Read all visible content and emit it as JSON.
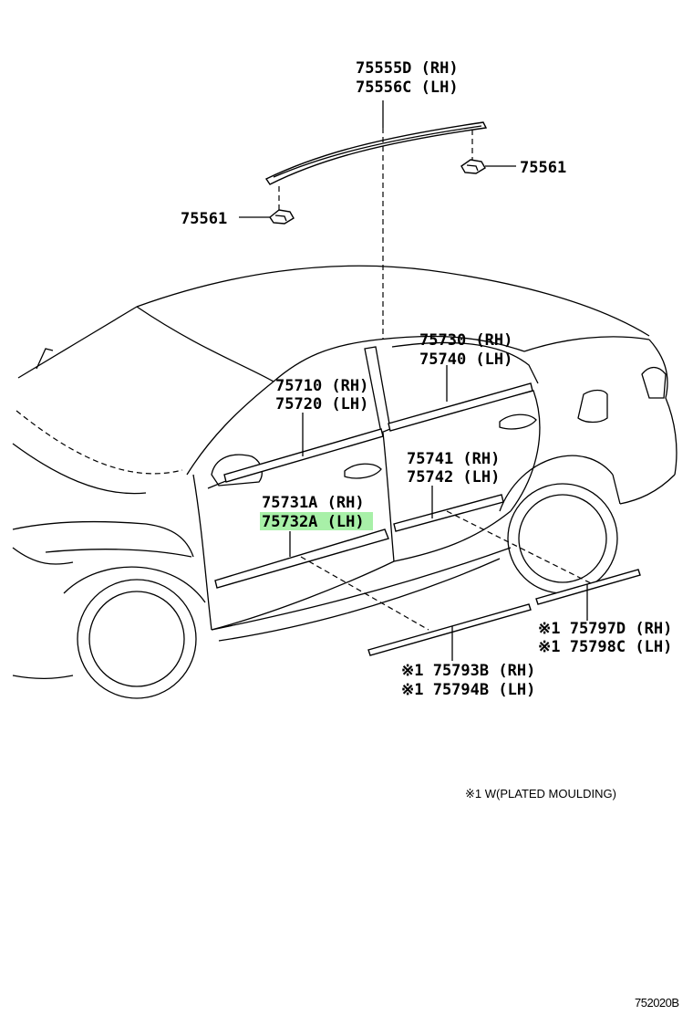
{
  "parts": {
    "roof_moulding": [
      "75555D (RH)",
      "75556C (LH)"
    ],
    "clip_right": "75561",
    "clip_left": "75561",
    "rear_belt": [
      "75730 (RH)",
      "75740 (LH)"
    ],
    "front_belt": [
      "75710 (RH)",
      "75720 (LH)"
    ],
    "rear_door_moulding": [
      "75741 (RH)",
      "75742 (LH)"
    ],
    "front_door_moulding": [
      "75731A (RH)",
      "75732A (LH)"
    ],
    "rear_plated": [
      "※1 75797D (RH)",
      "※1 75798C (LH)"
    ],
    "front_plated": [
      "※1 75793B (RH)",
      "※1 75794B (LH)"
    ]
  },
  "footnote": "※1 W(PLATED MOULDING)",
  "diagram_code": "752020B",
  "highlight_color": "#a8f0a8"
}
